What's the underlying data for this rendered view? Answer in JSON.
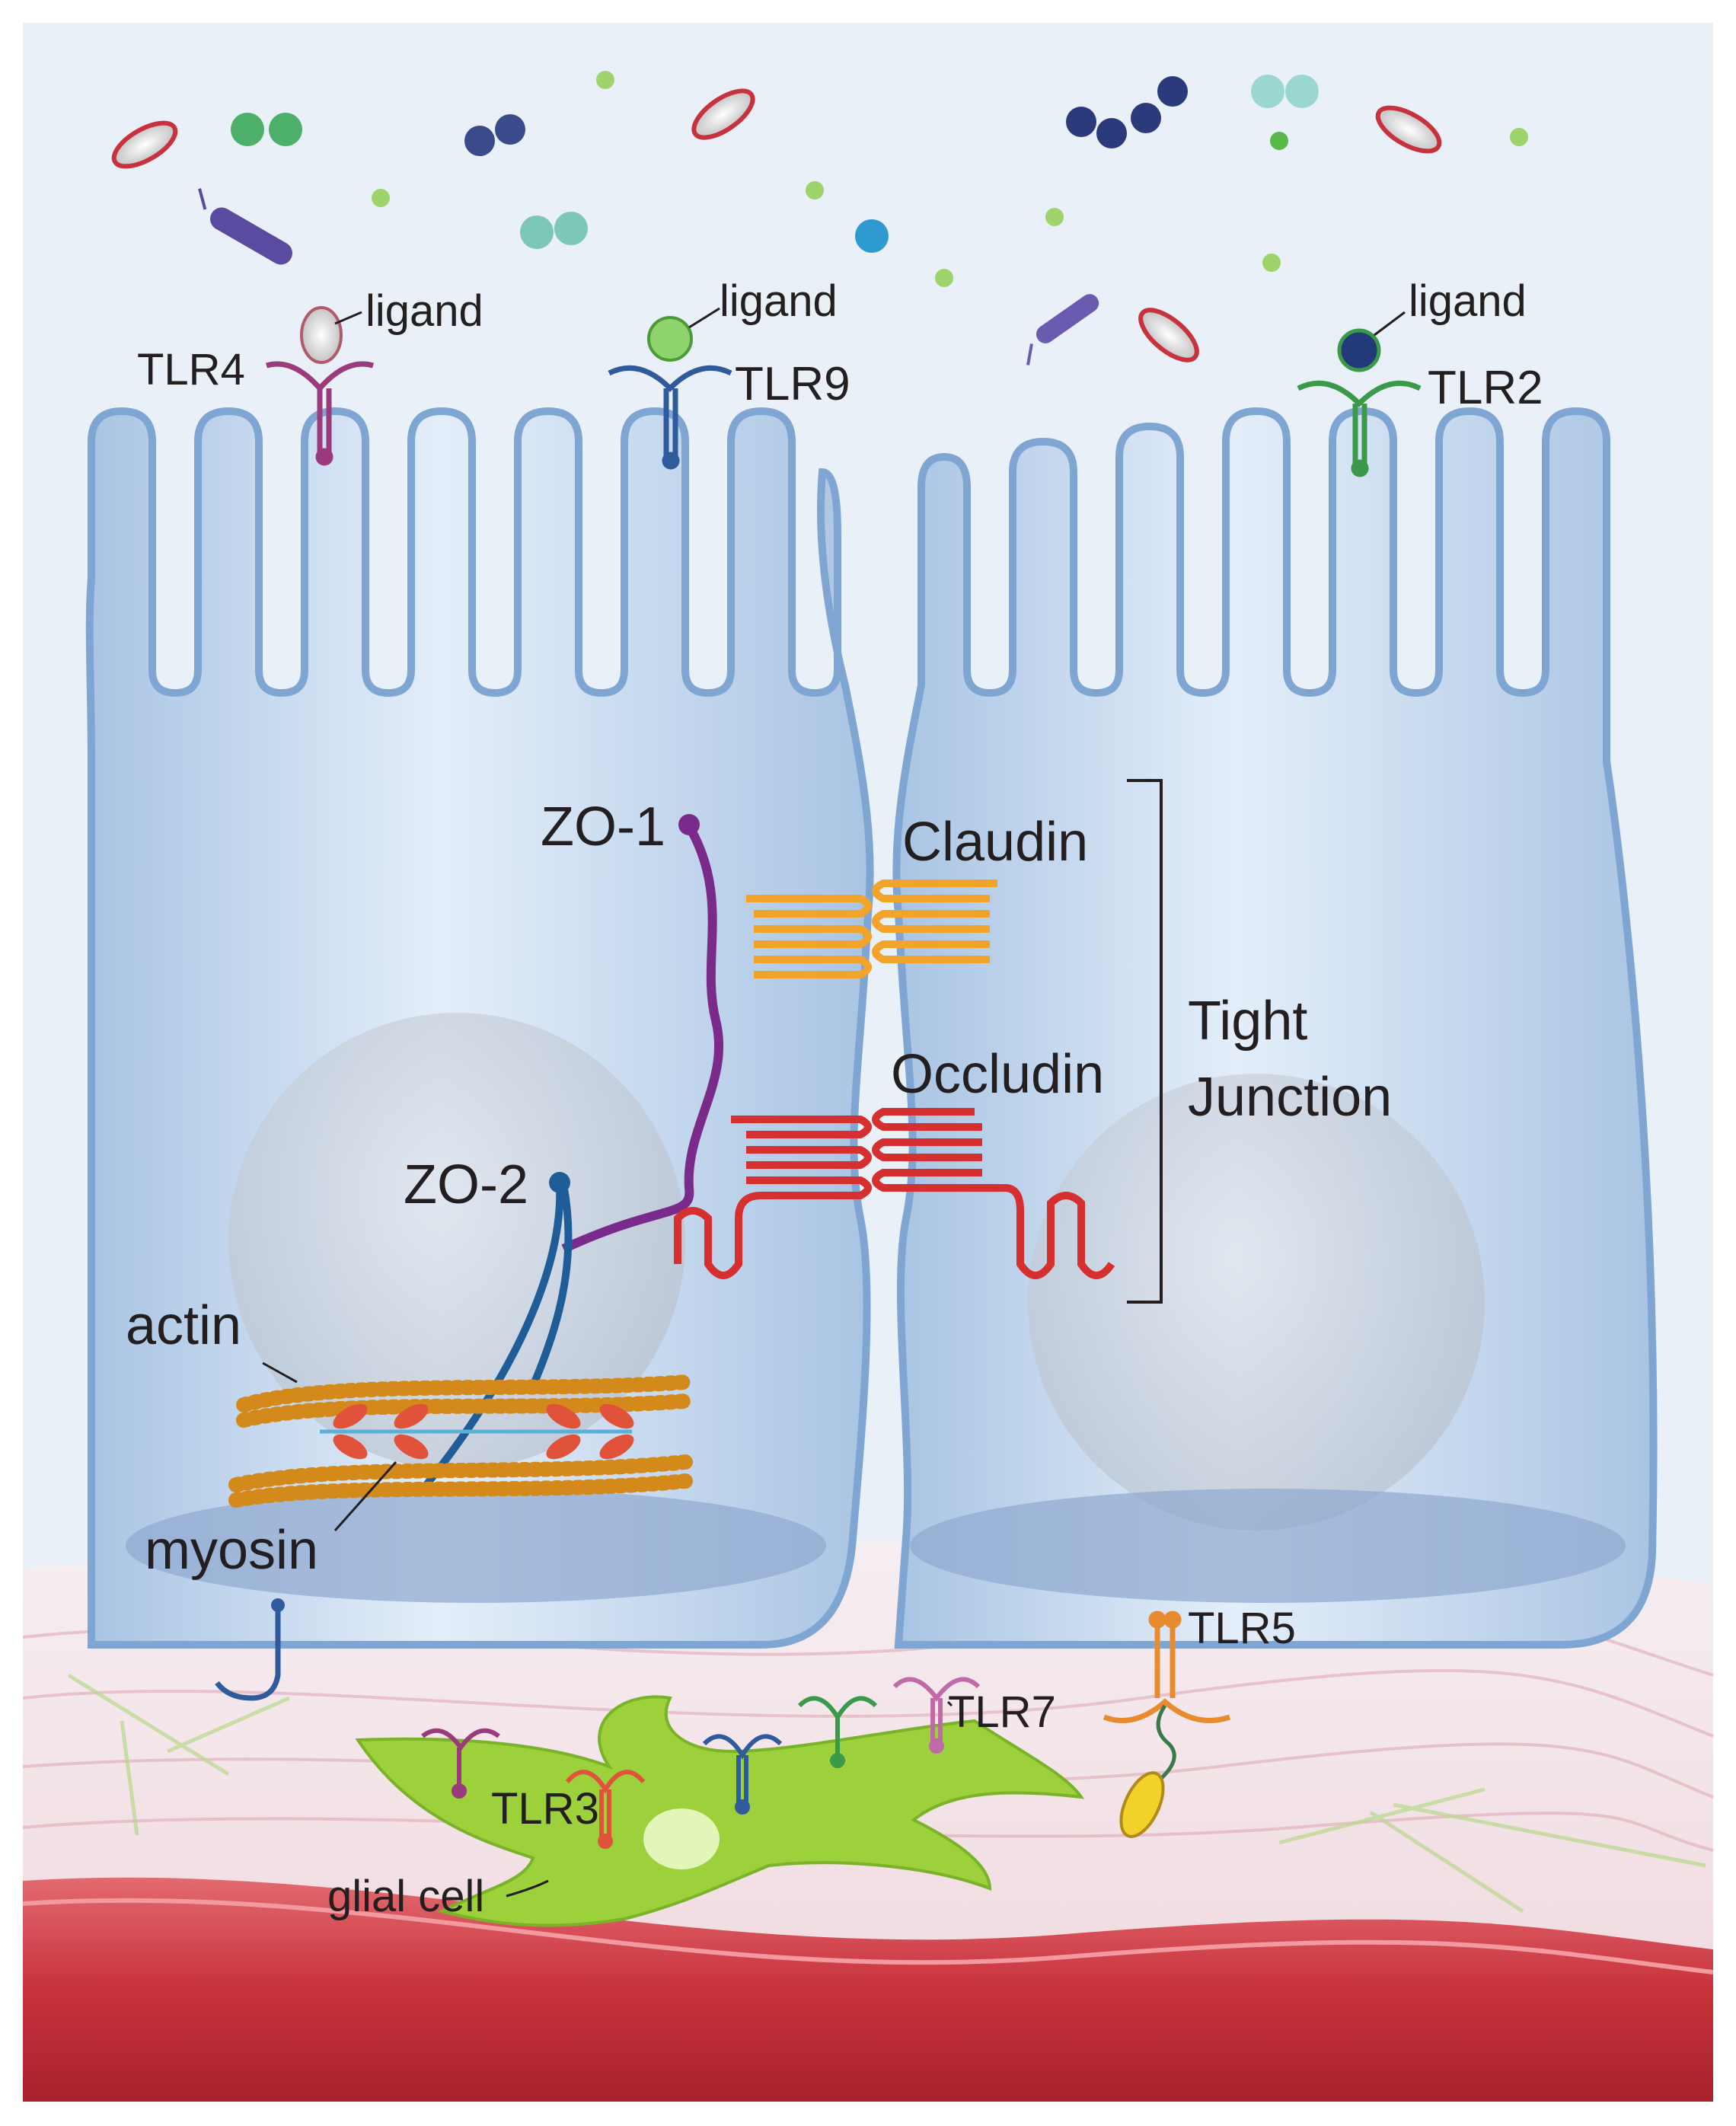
{
  "labels": {
    "tlr4": "TLR4",
    "tlr9": "TLR9",
    "tlr2": "TLR2",
    "ligand_left": "ligand",
    "ligand_mid": "ligand",
    "ligand_right": "ligand",
    "zo1": "ZO-1",
    "zo2": "ZO-2",
    "claudin": "Claudin",
    "occludin": "Occludin",
    "tight_line1": "Tight",
    "tight_line2": "Junction",
    "actin": "actin",
    "myosin": "myosin",
    "tlr5": "TLR5",
    "tlr7": "TLR7",
    "tlr3": "TLR3",
    "glial": "glial cell"
  },
  "colors": {
    "background": "#e6eef7",
    "cell_fill": "#b7cfe8",
    "cell_edge": "#7fa6d2",
    "nucleus": "#c9cfd8",
    "basal_plate": "#8ea8cf",
    "tissue_pink": "#f3dde2",
    "vessel_red": "#c8323c",
    "glial_green": "#9cd13b",
    "tlr4": "#9b3b7e",
    "tlr9": "#2f5b9c",
    "tlr2": "#3a9a4a",
    "tlr5": "#e88a2e",
    "zo1": "#7a2a8a",
    "zo2": "#1f5d99",
    "claudin": "#f2a32a",
    "occludin": "#d62f2f",
    "actin": "#d48a1a",
    "myosin": "#e0533a"
  }
}
